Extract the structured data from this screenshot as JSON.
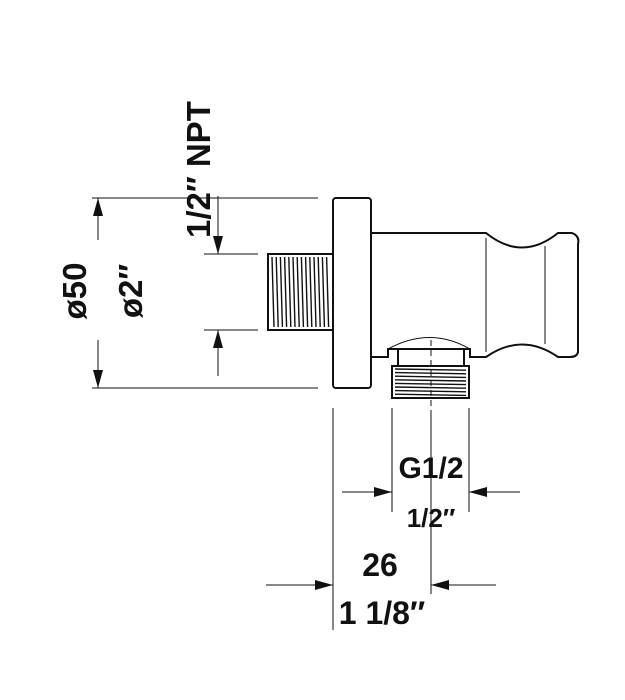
{
  "dimensions": {
    "npt_label": "1/2″ NPT",
    "flange_diameter_mm": "ø50",
    "flange_diameter_in": "ø2″",
    "outlet_thread_metric": "G1/2",
    "outlet_thread_in": "1/2″",
    "depth_mm": "26",
    "depth_in": "1 1/8″"
  },
  "colors": {
    "ink": "#111111",
    "background": "#ffffff"
  }
}
